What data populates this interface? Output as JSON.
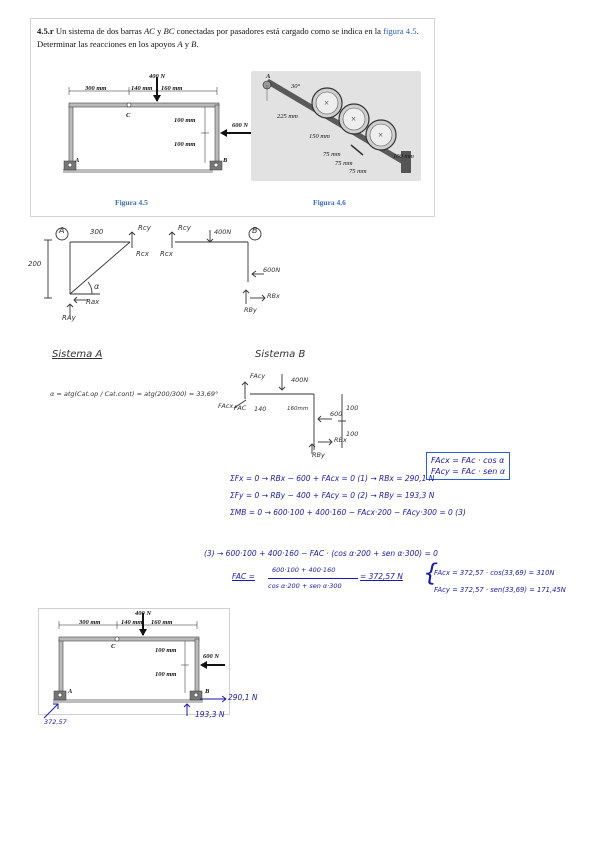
{
  "problem": {
    "number": "4.5.r",
    "text_1": " Un sistema de dos barras ",
    "text_2": "AC",
    "text_3": " y ",
    "text_4": "BC",
    "text_5": " conectadas por pasadores está cargado como se indica en la ",
    "link": "figura 4.5",
    "text_6": ". Determinar las reacciones en los apoyos ",
    "text_7": "A",
    "text_8": " y ",
    "text_9": "B",
    "text_10": "."
  },
  "figure_45": {
    "caption": "Figura 4.5",
    "load_top": "400 N",
    "dim_300": "300 mm",
    "dim_140": "140 mm",
    "dim_160": "160 mm",
    "label_c": "C",
    "dim_100a": "100 mm",
    "dim_100b": "100 mm",
    "load_right": "600 N",
    "label_a": "A",
    "label_b": "B"
  },
  "figure_46": {
    "caption": "Figura 4.6",
    "label_a": "A",
    "angle": "30°",
    "dim_225": "225 mm",
    "dim_150": "150 mm",
    "dim_75a": "75 mm",
    "dim_75b": "75 mm",
    "dim_75c": "75 mm",
    "dim_100": "100 mm"
  },
  "sketch_top": {
    "label_a": "A",
    "label_b": "B",
    "dim_300": "300",
    "dim_200": "200",
    "rcy_1": "Rcy",
    "rcy_2": "Rcy",
    "rcx_1": "Rcx",
    "rcx_2": "Rcx",
    "load_400": "400N",
    "load_600": "600N",
    "alpha": "α",
    "rax": "Rax",
    "ray": "RAy",
    "rbx": "RBx",
    "rby": "RBy"
  },
  "system_a": {
    "title": "Sistema A",
    "equation": "α = atg(Cat.op / Cat.cont) = atg(200/300) = 33,69°"
  },
  "system_b": {
    "title": "Sistema B",
    "facy": "FAcy",
    "facx": "FAcx",
    "fac": "FAC",
    "d140": "140",
    "d160": "160mm",
    "load_400": "400N",
    "load_600": "600",
    "d100a": "100",
    "d100b": "100",
    "rbx": "RBx",
    "rby": "RBy"
  },
  "boxed": {
    "line_1": "FAcx = FAc · cos α",
    "line_2": "FAcy = FAc · sen α"
  },
  "equations": {
    "eq_1": "ΣFx = 0 → RBx − 600 + FAcx = 0   (1) → RBx = 290,1 N",
    "eq_2": "ΣFy = 0 → RBy − 400 + FAcy = 0   (2) → RBy = 193,3 N",
    "eq_3": "ΣMB = 0 → 600·100 + 400·160 − FAcx·200 − FAcy·300 = 0  (3)",
    "eq_4": "(3) → 600·100 + 400·160 − FAC · (cos α·200 + sen α·300) = 0",
    "fac_lhs": "FAC =",
    "fac_num": "600·100 + 400·160",
    "fac_den": "cos α·200 + sen α·300",
    "fac_result": "= 372,57 N",
    "res_1": "FAcx = 372,57 · cos(33,69) = 310N",
    "res_2": "FAcy = 372,57 · sen(33,69) = 171,45N"
  },
  "figure_final": {
    "load_top": "400 N",
    "dim_300": "300 mm",
    "dim_140": "140 mm",
    "dim_160": "160 mm",
    "label_c": "C",
    "dim_100a": "100 mm",
    "dim_100b": "100 mm",
    "load_right": "600 N",
    "label_a": "A",
    "label_b": "B",
    "result_bx": "290,1 N",
    "result_by": "193,3 N",
    "result_a": "372,57"
  }
}
